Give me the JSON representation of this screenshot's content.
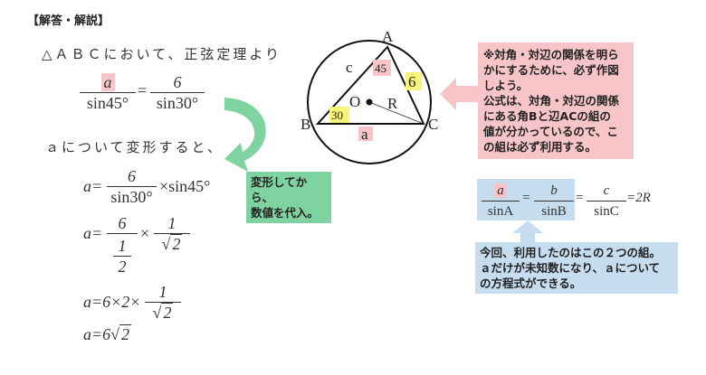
{
  "title": "【解答・解説】",
  "intro": "△ＡＢＣにおいて、正弦定理より",
  "eq0": {
    "a": "a",
    "sin45": "sin45°",
    "eq": "=",
    "six": "6",
    "sin30": "sin30°"
  },
  "transform_text": "ａについて変形すると、",
  "eq1": {
    "lhs": "a=",
    "num": "6",
    "den": "sin30°",
    "rest": "×sin45°"
  },
  "eq2": {
    "lhs": "a=",
    "num": "6",
    "den_num": "1",
    "den_den": "2",
    "times": "×",
    "num2": "1",
    "den2": "2"
  },
  "eq3": {
    "lhs": "a=6×2×",
    "num": "1",
    "den": "2"
  },
  "eq4": {
    "lhs": "a=6",
    "root": "2"
  },
  "green_note": [
    "変形してから、",
    "数値を代入。"
  ],
  "diagram": {
    "A": "A",
    "B": "B",
    "C": "C",
    "O": "O",
    "R": "R",
    "c": "c",
    "a": "a",
    "angleA": "45",
    "angleB": "30",
    "sideAC": "6"
  },
  "pink_note": [
    "※対角・対辺の関係を明ら",
    "かにするために、必ず作図",
    "しよう。",
    "公式は、対角・対辺の関係",
    "にある角Bと辺ACの組の",
    "値が分かっているので、こ",
    "の組は必ず利用する。"
  ],
  "law": {
    "a": "a",
    "sinA": "sinA",
    "b": "b",
    "sinB": "sinB",
    "c": "c",
    "sinC": "sinC",
    "eq": "=",
    "tail": "=2R"
  },
  "blue_note": [
    "今回、利用したのはこの２つの組。",
    "ａだけが未知数になり、ａについて",
    "の方程式ができる。"
  ],
  "colors": {
    "pink": "#f7c5c8",
    "green": "#7fd3a0",
    "blue": "#c6ddf0",
    "yellow": "#f7f57a"
  }
}
